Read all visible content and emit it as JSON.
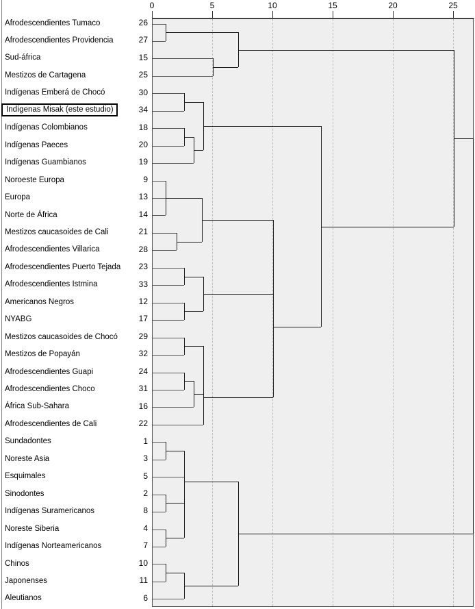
{
  "chart_data": {
    "type": "dendrogram",
    "title": "",
    "xlabel": "",
    "ylabel": "",
    "xlim": [
      0,
      26.5
    ],
    "axis_ticks": [
      0,
      5,
      10,
      15,
      20,
      25
    ],
    "grid": true,
    "legend": null,
    "highlighted_leaf": "Indígenas Misak (este estudio)",
    "leaves": [
      {
        "order": 1,
        "label": "Afrodescendientes Tumaco",
        "num": "26"
      },
      {
        "order": 2,
        "label": "Afrodescendientes Providencia",
        "num": "27"
      },
      {
        "order": 3,
        "label": "Sud-áfrica",
        "num": "15"
      },
      {
        "order": 4,
        "label": "Mestizos de Cartagena",
        "num": "25"
      },
      {
        "order": 5,
        "label": "Indígenas Emberá de Chocó",
        "num": "30"
      },
      {
        "order": 6,
        "label": "Indígenas Misak (este estudio)",
        "num": "34",
        "boxed": true
      },
      {
        "order": 7,
        "label": "Indígenas Colombianos",
        "num": "18"
      },
      {
        "order": 8,
        "label": "Indígenas Paeces",
        "num": "20"
      },
      {
        "order": 9,
        "label": "Indígenas Guambianos",
        "num": "19"
      },
      {
        "order": 10,
        "label": "Noroeste Europa",
        "num": "9"
      },
      {
        "order": 11,
        "label": "Europa",
        "num": "13"
      },
      {
        "order": 12,
        "label": "Norte de África",
        "num": "14"
      },
      {
        "order": 13,
        "label": "Mestizos caucasoides de Cali",
        "num": "21"
      },
      {
        "order": 14,
        "label": "Afrodescendientes  Villarica",
        "num": "28"
      },
      {
        "order": 15,
        "label": "Afrodescendientes Puerto Tejada",
        "num": "23"
      },
      {
        "order": 16,
        "label": "Afrodescendientes Istmina",
        "num": "33"
      },
      {
        "order": 17,
        "label": "Americanos Negros",
        "num": "12"
      },
      {
        "order": 18,
        "label": "NYABG",
        "num": "17"
      },
      {
        "order": 19,
        "label": "Mestizos caucasoides de Chocó",
        "num": "29"
      },
      {
        "order": 20,
        "label": "Mestizos de Popayán",
        "num": "32"
      },
      {
        "order": 21,
        "label": "Afrodescendientes Guapi",
        "num": "24"
      },
      {
        "order": 22,
        "label": "Afrodescendientes Choco",
        "num": "31"
      },
      {
        "order": 23,
        "label": "África Sub-Sahara",
        "num": "16"
      },
      {
        "order": 24,
        "label": "Afrodescendientes de Cali",
        "num": "22"
      },
      {
        "order": 25,
        "label": "Sundadontes",
        "num": "1"
      },
      {
        "order": 26,
        "label": "Noreste Asia",
        "num": "3"
      },
      {
        "order": 27,
        "label": "Esquimales",
        "num": "5"
      },
      {
        "order": 28,
        "label": "Sinodontes",
        "num": "2"
      },
      {
        "order": 29,
        "label": "Indígenas Suramericanos",
        "num": "8"
      },
      {
        "order": 30,
        "label": "Noreste Siberia",
        "num": "4"
      },
      {
        "order": 31,
        "label": "Indígenas Norteamericanos",
        "num": "7"
      },
      {
        "order": 32,
        "label": "Chinos",
        "num": "10"
      },
      {
        "order": 33,
        "label": "Japonenses",
        "num": "11"
      },
      {
        "order": 34,
        "label": "Aleutianos",
        "num": "6"
      }
    ],
    "merges": [
      {
        "id": "m1",
        "children": [
          "26",
          "27"
        ],
        "distance": 1.1,
        "rows": [
          1,
          2
        ]
      },
      {
        "id": "m2",
        "children": [
          "15",
          "25"
        ],
        "distance": 5.0,
        "rows": [
          3,
          4
        ]
      },
      {
        "id": "m3",
        "children": [
          "m1",
          "m2"
        ],
        "distance": 7.1,
        "rows": [
          1.5,
          3.5
        ]
      },
      {
        "id": "m4",
        "children": [
          "30",
          "34"
        ],
        "distance": 2.6,
        "rows": [
          5,
          6
        ]
      },
      {
        "id": "m5",
        "children": [
          "18",
          "20"
        ],
        "distance": 2.6,
        "rows": [
          7,
          8
        ]
      },
      {
        "id": "m6",
        "children": [
          "m5",
          "19"
        ],
        "distance": 3.4,
        "rows": [
          7.5,
          9
        ]
      },
      {
        "id": "m7",
        "children": [
          "m4",
          "m6"
        ],
        "distance": 4.2,
        "rows": [
          5.5,
          8.25
        ]
      },
      {
        "id": "m8",
        "children": [
          "9",
          "14"
        ],
        "distance": 1.1,
        "rows": [
          10,
          12
        ]
      },
      {
        "id": "m9",
        "children": [
          "13",
          "m8"
        ],
        "distance": 4.1,
        "rows": [
          11,
          11
        ]
      },
      {
        "id": "m10",
        "children": [
          "21",
          "28"
        ],
        "distance": 2.0,
        "rows": [
          13,
          14
        ]
      },
      {
        "id": "m11",
        "children": [
          "m9",
          "m10"
        ],
        "distance": 4.1,
        "rows": [
          11,
          13.5
        ]
      },
      {
        "id": "m12",
        "children": [
          "23",
          "33"
        ],
        "distance": 2.6,
        "rows": [
          15,
          16
        ]
      },
      {
        "id": "m13",
        "children": [
          "12",
          "17"
        ],
        "distance": 2.6,
        "rows": [
          17,
          18
        ]
      },
      {
        "id": "m14",
        "children": [
          "m12",
          "m13"
        ],
        "distance": 4.2,
        "rows": [
          15.5,
          17.5
        ]
      },
      {
        "id": "m15",
        "children": [
          "m11",
          "m14"
        ],
        "distance": 10.0,
        "rows": [
          12.25,
          16.5
        ]
      },
      {
        "id": "m16",
        "children": [
          "29",
          "32"
        ],
        "distance": 2.6,
        "rows": [
          19,
          20
        ]
      },
      {
        "id": "m17",
        "children": [
          "24",
          "31"
        ],
        "distance": 2.6,
        "rows": [
          21,
          22
        ]
      },
      {
        "id": "m18",
        "children": [
          "m17",
          "16"
        ],
        "distance": 3.4,
        "rows": [
          21.5,
          23
        ]
      },
      {
        "id": "m19",
        "children": [
          "m16",
          "m18"
        ],
        "distance": 4.2,
        "rows": [
          19.5,
          22.25
        ]
      },
      {
        "id": "m20",
        "children": [
          "m19",
          "22"
        ],
        "distance": 4.2,
        "rows": [
          21,
          24
        ]
      },
      {
        "id": "m21",
        "children": [
          "m15",
          "m20"
        ],
        "distance": 10.0,
        "rows": [
          14.4,
          22.5
        ]
      },
      {
        "id": "m22",
        "children": [
          "m7",
          "m21"
        ],
        "distance": 14.0,
        "rows": [
          6.9,
          18.4
        ]
      },
      {
        "id": "m23",
        "children": [
          "m3",
          "m22"
        ],
        "distance": 25.0,
        "rows": [
          2.5,
          12.6
        ]
      },
      {
        "id": "m24",
        "children": [
          "1",
          "3"
        ],
        "distance": 1.1,
        "rows": [
          25,
          26
        ]
      },
      {
        "id": "m25",
        "children": [
          "2",
          "8"
        ],
        "distance": 1.1,
        "rows": [
          28,
          29
        ]
      },
      {
        "id": "m26",
        "children": [
          "4",
          "7"
        ],
        "distance": 1.1,
        "rows": [
          30,
          31
        ]
      },
      {
        "id": "m27",
        "children": [
          "m25",
          "m26"
        ],
        "distance": 2.6,
        "rows": [
          28.5,
          30.5
        ]
      },
      {
        "id": "m28",
        "children": [
          "m24",
          "m27"
        ],
        "distance": 2.6,
        "rows": [
          25.5,
          29.5
        ]
      },
      {
        "id": "m29",
        "children": [
          "m28",
          "5"
        ],
        "distance": 2.6,
        "rows": [
          27.5,
          27
        ]
      },
      {
        "id": "m30",
        "children": [
          "10",
          "11"
        ],
        "distance": 1.1,
        "rows": [
          32,
          33
        ]
      },
      {
        "id": "m31",
        "children": [
          "m30",
          "6"
        ],
        "distance": 2.6,
        "rows": [
          32.5,
          34
        ]
      },
      {
        "id": "m32",
        "children": [
          "m29",
          "m31"
        ],
        "distance": 7.1,
        "rows": [
          27,
          33.25
        ]
      },
      {
        "id": "m33",
        "children": [
          "m23",
          "m32"
        ],
        "distance": 26.6,
        "rows": [
          10,
          30
        ]
      }
    ]
  }
}
